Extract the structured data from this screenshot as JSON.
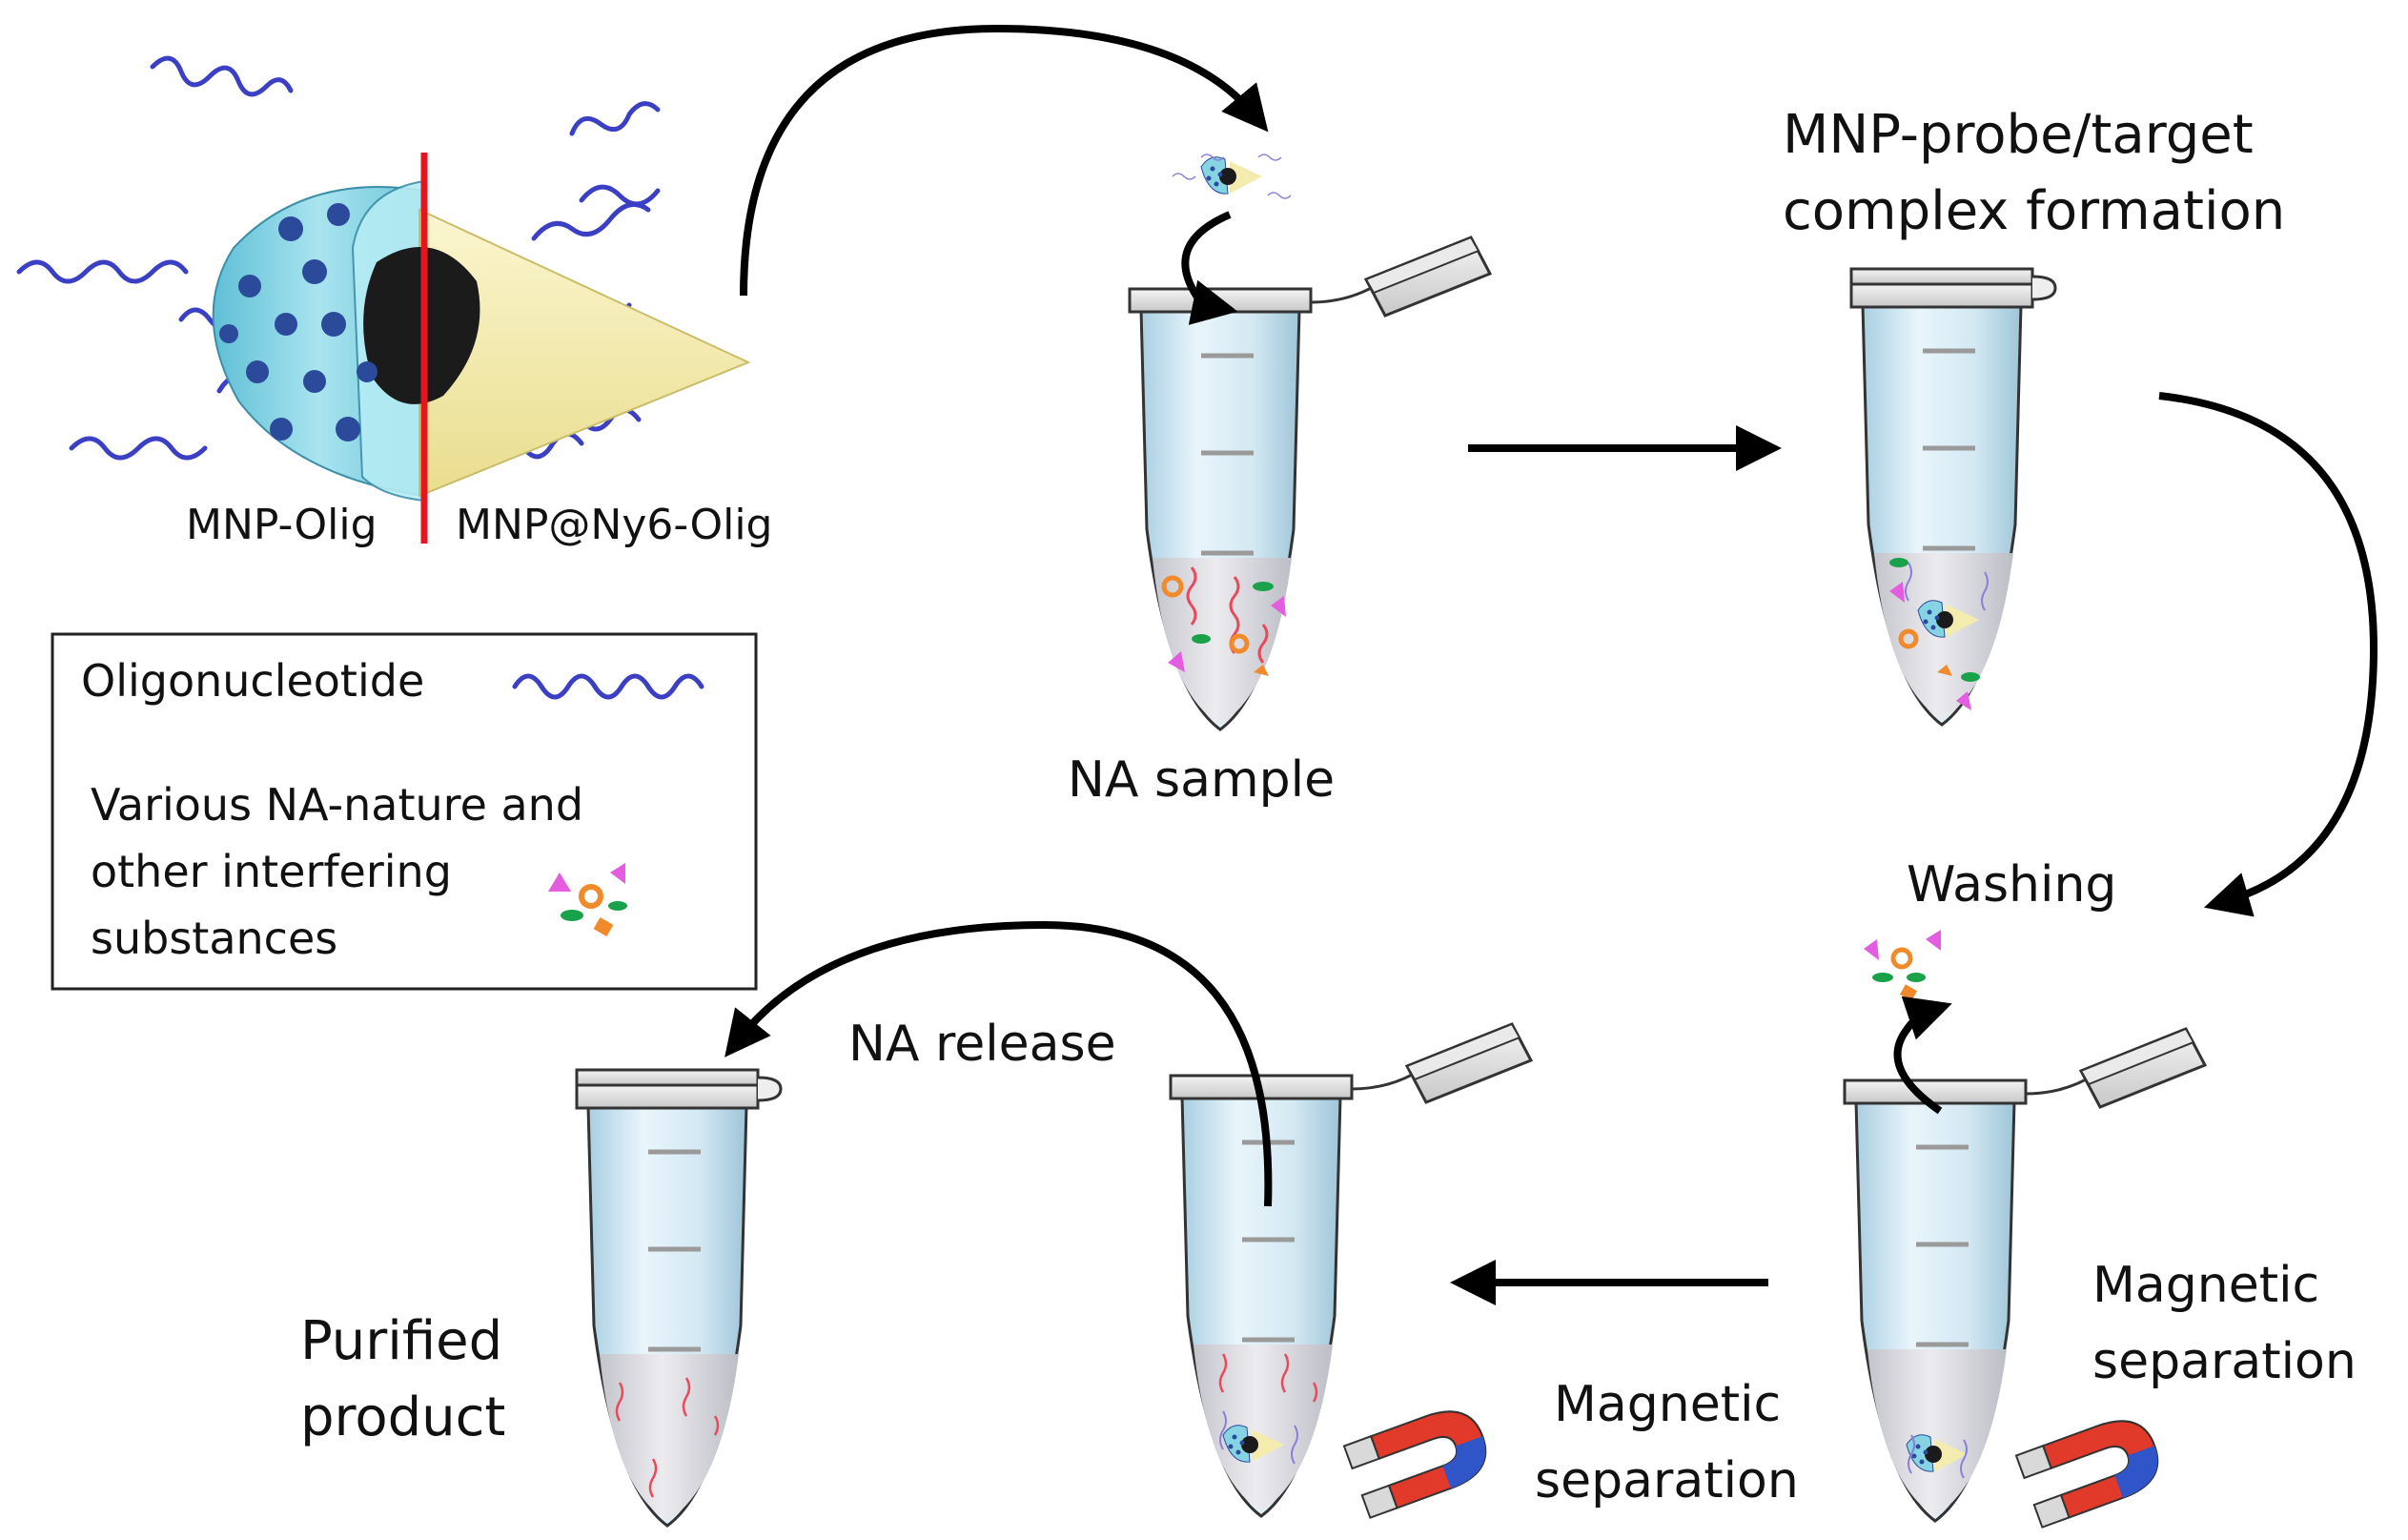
{
  "labels": {
    "mnp_olig": "MNP-Olig",
    "mnp_ny6_olig": "MNP@Ny6-Olig",
    "na_sample": "NA sample",
    "complex_line1": "MNP-probe/target",
    "complex_line2": "complex formation",
    "washing": "Washing",
    "magnetic_separation_right_1": "Magnetic",
    "magnetic_separation_right_2": "separation",
    "magnetic_separation_mid_1": "Magnetic",
    "magnetic_separation_mid_2": "separation",
    "na_release": "NA release",
    "purified_1": "Purified",
    "purified_2": "product"
  },
  "legend": {
    "oligonucleotide": "Oligonucleotide",
    "interfering_line1": "Various NA-nature and",
    "interfering_line2": "other interfering",
    "interfering_line3": "substances"
  },
  "colors": {
    "oligo": "#3b3fc4",
    "shell_cyan": "#86d3e3",
    "cone_yellow": "#f4ecae",
    "core": "#1b1b1b",
    "dots": "#2b4a9a",
    "divider_red": "#e8141b",
    "tube_fill": "#d8ecf6",
    "tube_liquid": "#d6d6dc",
    "magnet_red": "#e23a2a",
    "magnet_blue": "#2f55c8",
    "interferent_magenta": "#e45ce0",
    "interferent_orange": "#f08a2a",
    "interferent_green": "#1aa24a",
    "na_red": "#e84a5a"
  }
}
